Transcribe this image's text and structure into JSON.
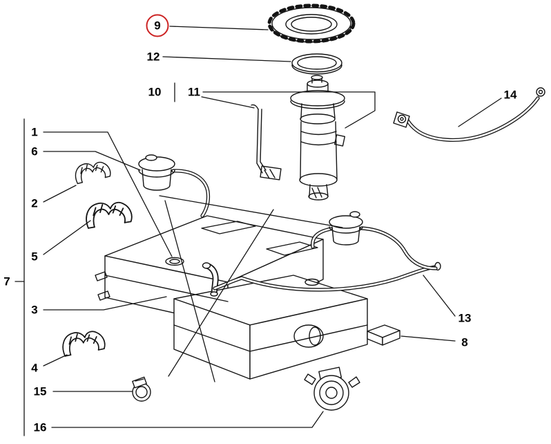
{
  "diagram": {
    "type": "exploded-parts-diagram",
    "background": "#ffffff",
    "line_color": "#141414",
    "highlight_color": "#cc2222"
  },
  "callouts": [
    {
      "label": "9",
      "highlighted": true
    },
    {
      "label": "12",
      "highlighted": false
    },
    {
      "label": "10",
      "highlighted": false
    },
    {
      "label": "11",
      "highlighted": false
    },
    {
      "label": "14",
      "highlighted": false
    },
    {
      "label": "1",
      "highlighted": false
    },
    {
      "label": "6",
      "highlighted": false
    },
    {
      "label": "2",
      "highlighted": false
    },
    {
      "label": "5",
      "highlighted": false
    },
    {
      "label": "7",
      "highlighted": false
    },
    {
      "label": "3",
      "highlighted": false
    },
    {
      "label": "4",
      "highlighted": false
    },
    {
      "label": "15",
      "highlighted": false
    },
    {
      "label": "16",
      "highlighted": false
    },
    {
      "label": "13",
      "highlighted": false
    },
    {
      "label": "8",
      "highlighted": false
    }
  ]
}
